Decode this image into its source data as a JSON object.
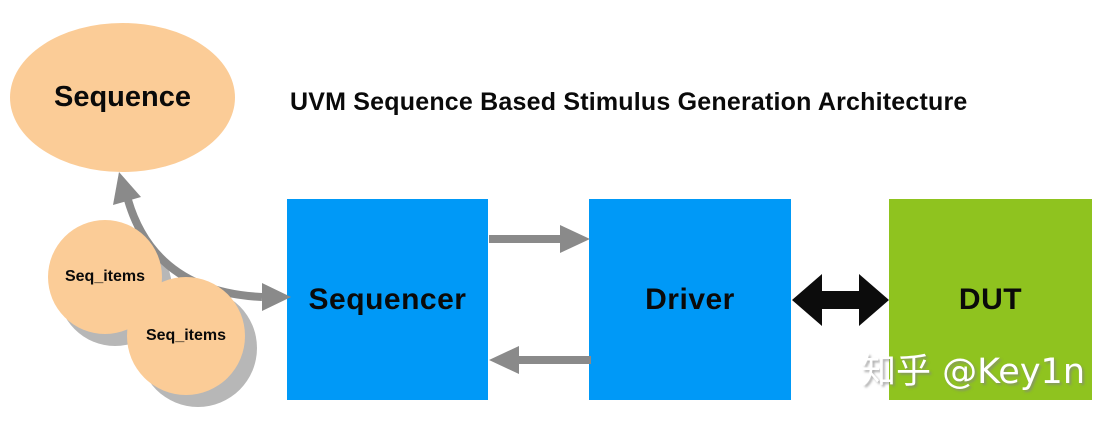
{
  "title": "UVM Sequence Based Stimulus Generation Architecture",
  "watermark": "知乎 @Key1n",
  "nodes": {
    "sequence": {
      "label": "Sequence",
      "shape": "ellipse",
      "fill": "#FBCC97"
    },
    "seq_items_1": {
      "label": "Seq_items",
      "shape": "circle",
      "fill": "#FBCC97"
    },
    "seq_items_2": {
      "label": "Seq_items",
      "shape": "circle",
      "fill": "#FBCC97"
    },
    "sequencer": {
      "label": "Sequencer",
      "shape": "rect",
      "fill": "#0099F7"
    },
    "driver": {
      "label": "Driver",
      "shape": "rect",
      "fill": "#0099F7"
    },
    "dut": {
      "label": "DUT",
      "shape": "rect",
      "fill": "#8FC31F"
    }
  },
  "edges": [
    {
      "from": "seq_items",
      "to": "sequence",
      "style": "curved",
      "color": "#8A8A8A"
    },
    {
      "from": "seq_items",
      "to": "sequencer",
      "style": "curved",
      "color": "#8A8A8A"
    },
    {
      "from": "sequencer",
      "to": "driver",
      "style": "straight",
      "color": "#8A8A8A"
    },
    {
      "from": "driver",
      "to": "sequencer",
      "style": "straight",
      "color": "#8A8A8A"
    },
    {
      "from": "driver",
      "to": "dut",
      "style": "double-headed",
      "color": "#0C0C0C"
    }
  ],
  "colors": {
    "box_blue": "#0099F7",
    "box_green": "#8FC31F",
    "node_peach": "#FBCC97",
    "arrow_gray": "#8A8A8A",
    "arrow_black": "#0C0C0C",
    "circle_shadow": "#B7B7B7",
    "text": "#0A0A0A",
    "watermark_text": "#FFFFFF",
    "background": "#FFFFFF"
  }
}
